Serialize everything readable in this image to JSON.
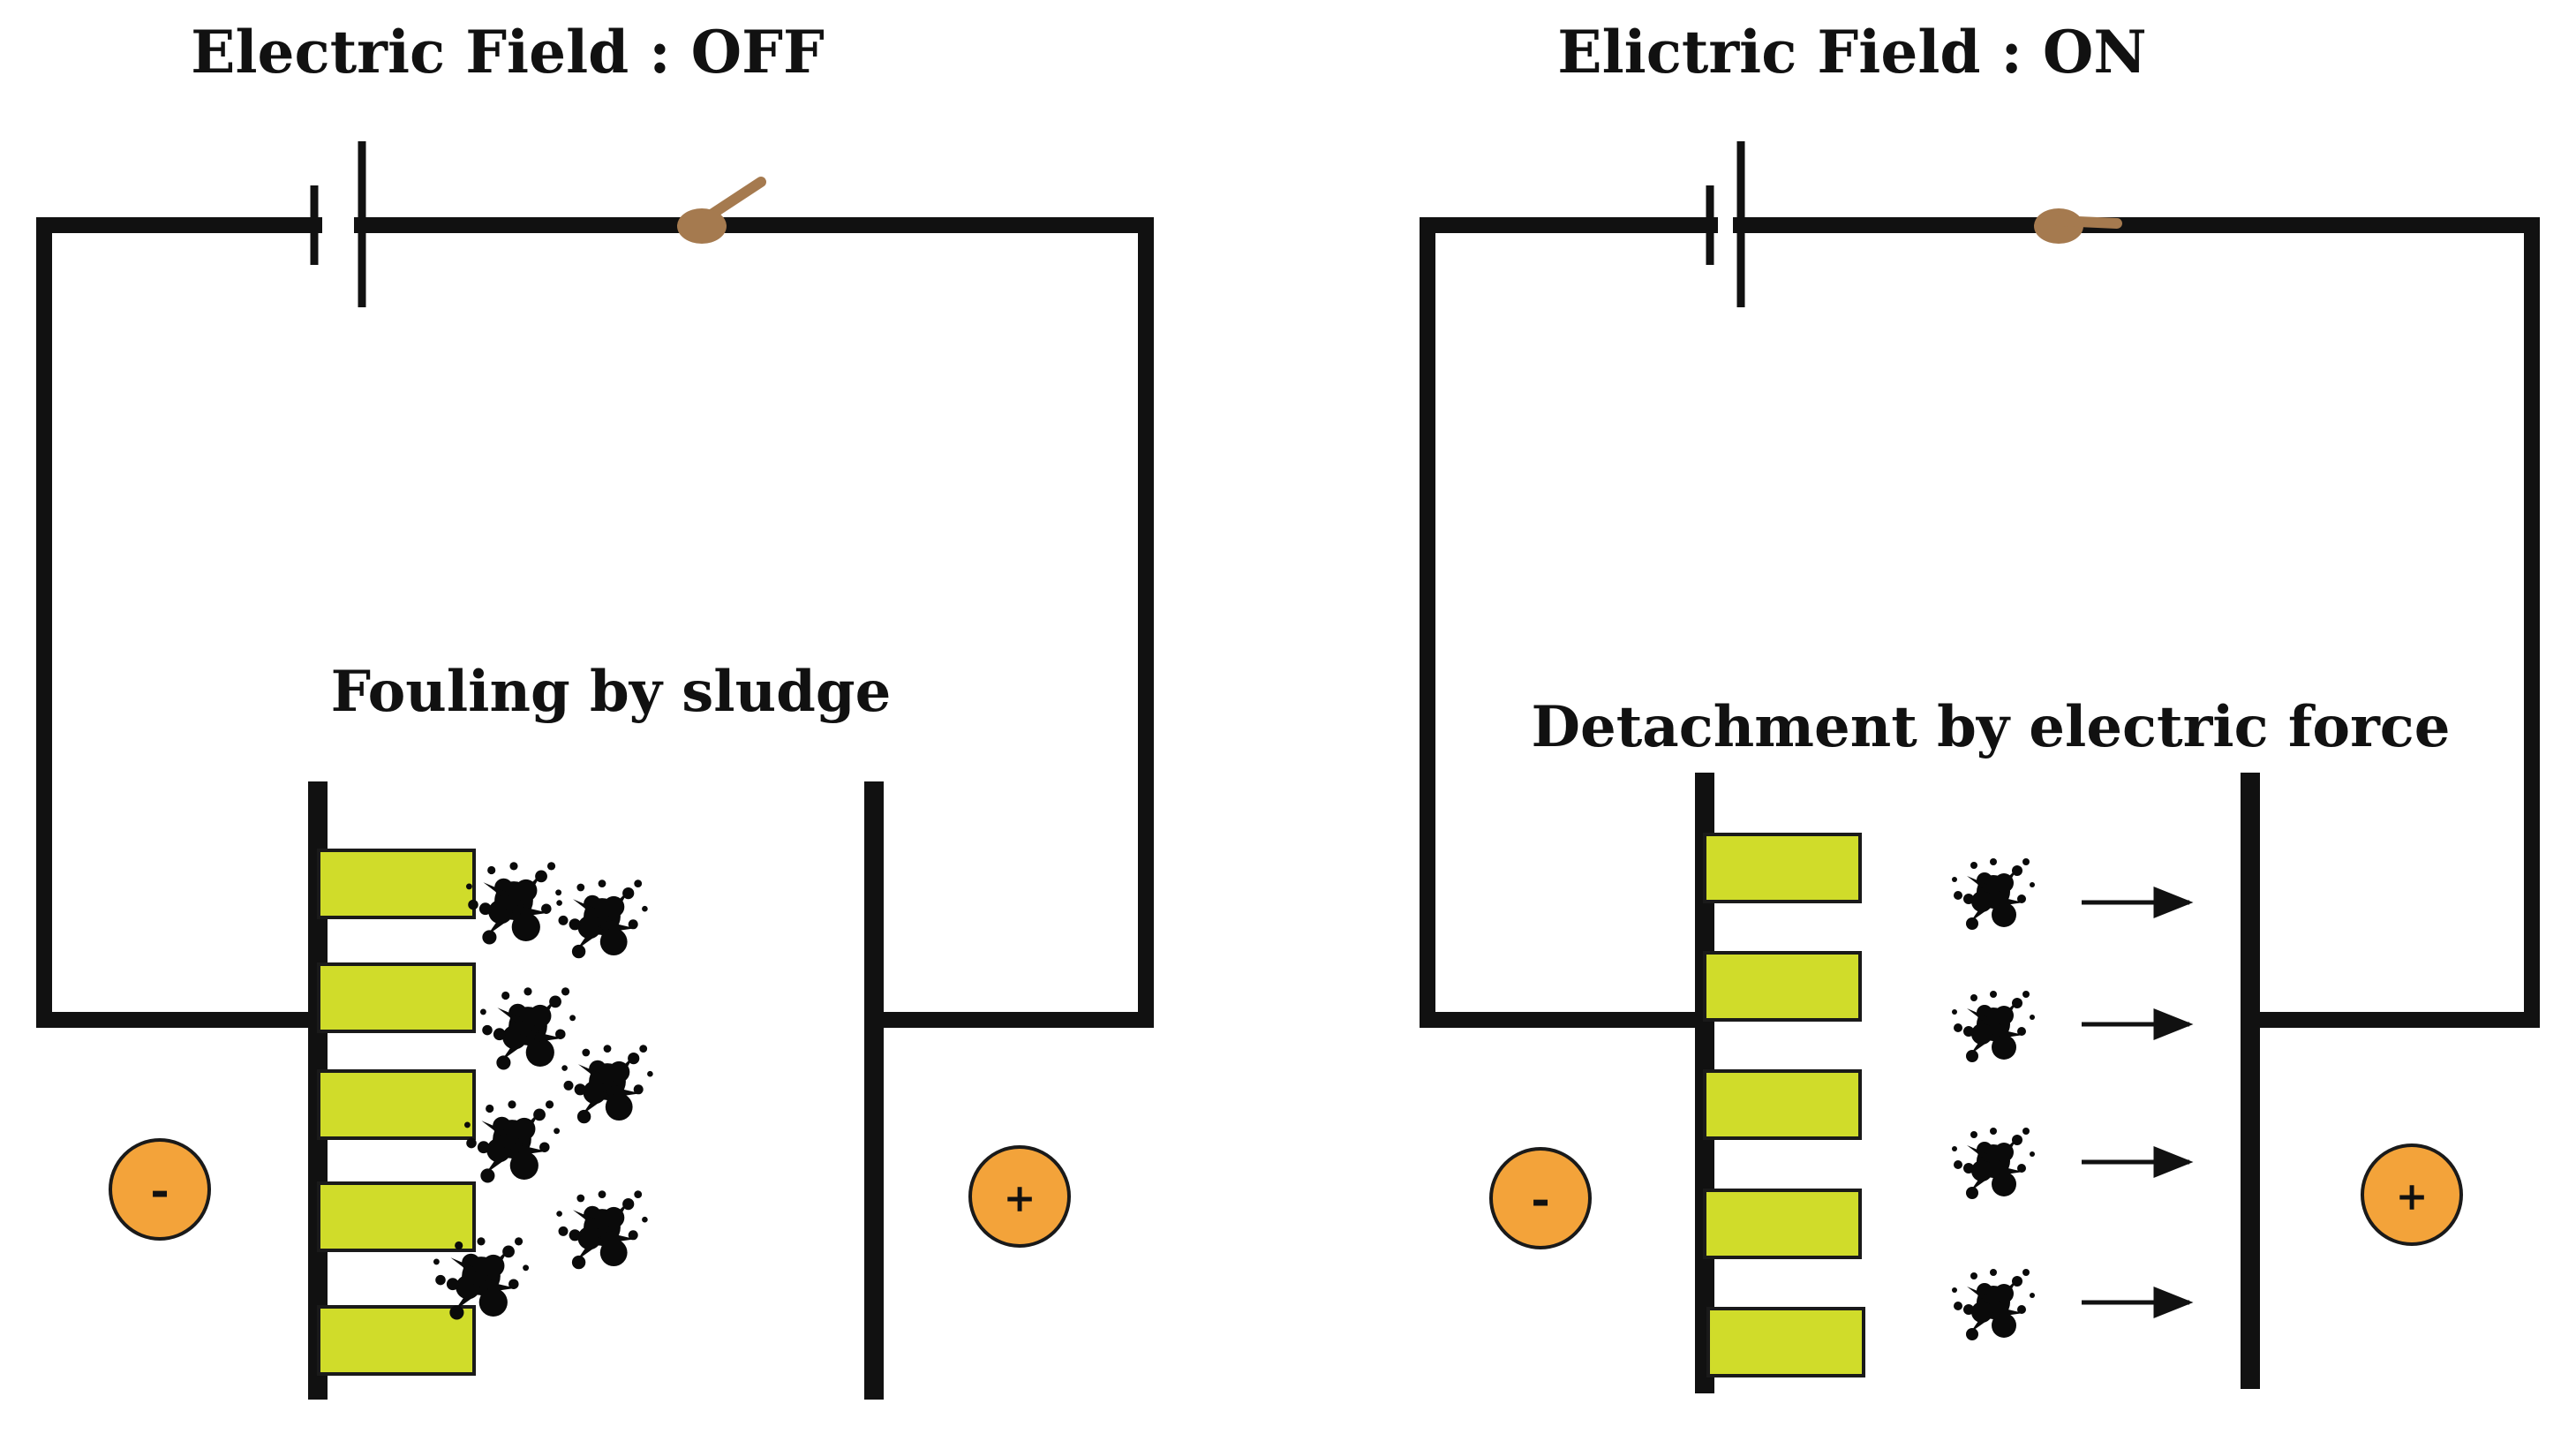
{
  "colors": {
    "wire": "#111111",
    "membrane": "#d0dc2a",
    "membrane_edge": "#1a1a1a",
    "electrode_fill": "#f3a33a",
    "electrode_edge": "#1a1a1a",
    "switch": "#a57a4f",
    "sludge": "#0a0a0a",
    "background": "#ffffff"
  },
  "panels": [
    {
      "title": "Electric Field : OFF",
      "caption": "Fouling by sludge",
      "switch_state": "open",
      "negative_label": "-",
      "positive_label": "+",
      "membrane_count": 5
    },
    {
      "title": "Elictric Field : ON",
      "caption": "Detachment by electric force",
      "switch_state": "closed",
      "negative_label": "-",
      "positive_label": "+",
      "membrane_count": 5
    }
  ]
}
